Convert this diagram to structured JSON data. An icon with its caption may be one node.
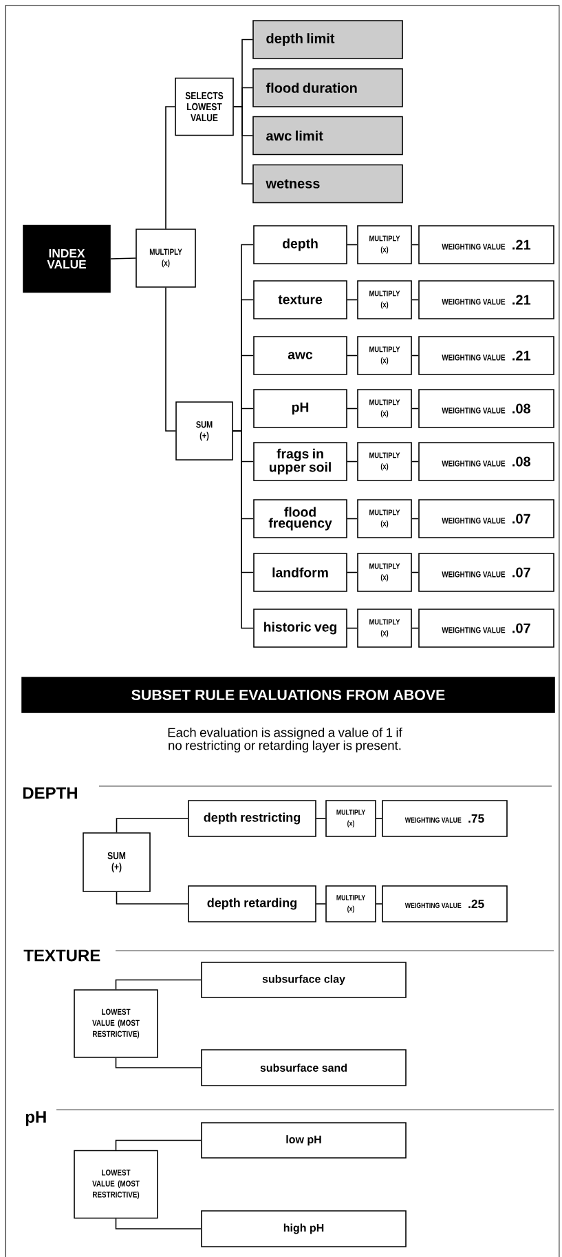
{
  "diagram": {
    "nodes": [
      {
        "text": [
          "INDEX VALUE"
        ]
      },
      {
        "text": [
          "MULTIPLY (x)"
        ]
      },
      {
        "text": [
          "SELECTS LOWEST VALUE"
        ]
      },
      {
        "text": [
          "depth limit"
        ]
      },
      {
        "text": [
          "flood duration"
        ]
      },
      {
        "text": [
          "awc limit"
        ]
      },
      {
        "text": [
          "wetness"
        ]
      },
      {
        "text": [
          "SUM (+)"
        ]
      },
      {
        "text": [
          "depth"
        ]
      },
      {
        "text": [
          "MULTIPLY (x)"
        ]
      },
      {
        "text": [
          "WEIGHTING VALUE",
          ".21"
        ]
      },
      {
        "text": [
          "texture"
        ]
      },
      {
        "text": [
          "MULTIPLY (x)"
        ]
      },
      {
        "text": [
          "WEIGHTING VALUE",
          ".21"
        ]
      },
      {
        "text": [
          "awc"
        ]
      },
      {
        "text": [
          "MULTIPLY (x)"
        ]
      },
      {
        "text": [
          "WEIGHTING VALUE",
          ".21"
        ]
      },
      {
        "text": [
          "pH"
        ]
      },
      {
        "text": [
          "MULTIPLY (x)"
        ]
      },
      {
        "text": [
          "WEIGHTING VALUE",
          ".08"
        ]
      },
      {
        "text": [
          "frags in upper soil"
        ]
      },
      {
        "text": [
          "MULTIPLY (x)"
        ]
      },
      {
        "text": [
          "WEIGHTING VALUE",
          ".08"
        ]
      },
      {
        "text": [
          "flood frequency"
        ]
      },
      {
        "text": [
          "MULTIPLY (x)"
        ]
      },
      {
        "text": [
          "WEIGHTING VALUE",
          ".07"
        ]
      },
      {
        "text": [
          "landform"
        ]
      },
      {
        "text": [
          "MULTIPLY (x)"
        ]
      },
      {
        "text": [
          "WEIGHTING VALUE",
          ".07"
        ]
      },
      {
        "text": [
          "historic veg"
        ]
      },
      {
        "text": [
          "MULTIPLY (x)"
        ]
      },
      {
        "text": [
          "WEIGHTING VALUE",
          ".07"
        ]
      },
      {
        "text": [
          "SUBSET RULE EVALUATIONS FROM ABOVE"
        ]
      },
      {
        "text": [
          "SUM (+)"
        ]
      },
      {
        "text": [
          "depth restricting"
        ]
      },
      {
        "text": [
          "MULTIPLY (x)"
        ]
      },
      {
        "text": [
          "WEIGHTING VALUE",
          ".75"
        ]
      },
      {
        "text": [
          "depth retarding"
        ]
      },
      {
        "text": [
          "MULTIPLY (x)"
        ]
      },
      {
        "text": [
          "WEIGHTING VALUE",
          ".25"
        ]
      },
      {
        "text": [
          "LOWEST VALUE (MOST RESTRICTIVE)"
        ]
      },
      {
        "text": [
          "subsurface clay"
        ]
      },
      {
        "text": [
          "subsurface sand"
        ]
      },
      {
        "text": [
          "LOWEST VALUE (MOST RESTRICTIVE)"
        ]
      },
      {
        "text": [
          "low pH"
        ]
      },
      {
        "text": [
          "high pH"
        ]
      }
    ],
    "edges": [
      {
        "from": 0,
        "to": 1,
        "arrow": "none"
      },
      {
        "from": 1,
        "to": 2,
        "arrow": "none"
      },
      {
        "from": 2,
        "to": 3,
        "arrow": "none"
      },
      {
        "from": 2,
        "to": 4,
        "arrow": "none"
      },
      {
        "from": 2,
        "to": 5,
        "arrow": "none"
      },
      {
        "from": 2,
        "to": 6,
        "arrow": "none"
      },
      {
        "from": 1,
        "to": 7,
        "arrow": "none"
      },
      {
        "from": 7,
        "to": 8,
        "arrow": "none"
      },
      {
        "from": 8,
        "to": 9,
        "arrow": "none"
      },
      {
        "from": 9,
        "to": 10,
        "arrow": "none"
      },
      {
        "from": 7,
        "to": 11,
        "arrow": "none"
      },
      {
        "from": 11,
        "to": 12,
        "arrow": "none"
      },
      {
        "from": 12,
        "to": 13,
        "arrow": "none"
      },
      {
        "from": 7,
        "to": 14,
        "arrow": "none"
      },
      {
        "from": 14,
        "to": 15,
        "arrow": "none"
      },
      {
        "from": 15,
        "to": 16,
        "arrow": "none"
      },
      {
        "from": 7,
        "to": 17,
        "arrow": "none"
      },
      {
        "from": 17,
        "to": 18,
        "arrow": "none"
      },
      {
        "from": 18,
        "to": 19,
        "arrow": "none"
      },
      {
        "from": 7,
        "to": 20,
        "arrow": "none"
      },
      {
        "from": 20,
        "to": 21,
        "arrow": "none"
      },
      {
        "from": 21,
        "to": 22,
        "arrow": "none"
      },
      {
        "from": 7,
        "to": 23,
        "arrow": "none"
      },
      {
        "from": 23,
        "to": 24,
        "arrow": "none"
      },
      {
        "from": 24,
        "to": 25,
        "arrow": "none"
      },
      {
        "from": 7,
        "to": 26,
        "arrow": "none"
      },
      {
        "from": 26,
        "to": 27,
        "arrow": "none"
      },
      {
        "from": 27,
        "to": 28,
        "arrow": "none"
      },
      {
        "from": 7,
        "to": 29,
        "arrow": "none"
      },
      {
        "from": 29,
        "to": 30,
        "arrow": "none"
      },
      {
        "from": 30,
        "to": 31,
        "arrow": "none"
      },
      {
        "from": 33,
        "to": 34,
        "arrow": "none"
      },
      {
        "from": 34,
        "to": 35,
        "arrow": "none"
      },
      {
        "from": 35,
        "to": 36,
        "arrow": "none"
      },
      {
        "from": 33,
        "to": 37,
        "arrow": "none"
      },
      {
        "from": 37,
        "to": 38,
        "arrow": "none"
      },
      {
        "from": 38,
        "to": 39,
        "arrow": "none"
      },
      {
        "from": 40,
        "to": 41,
        "arrow": "none"
      },
      {
        "from": 40,
        "to": 42,
        "arrow": "none"
      },
      {
        "from": 43,
        "to": 44,
        "arrow": "none"
      },
      {
        "from": 43,
        "to": 45,
        "arrow": "none"
      }
    ],
    "labels": [
      "Each evaluation is assigned a value of 1 if no restricting or retarding layer is present.",
      "DEPTH",
      "TEXTURE",
      "pH"
    ]
  }
}
